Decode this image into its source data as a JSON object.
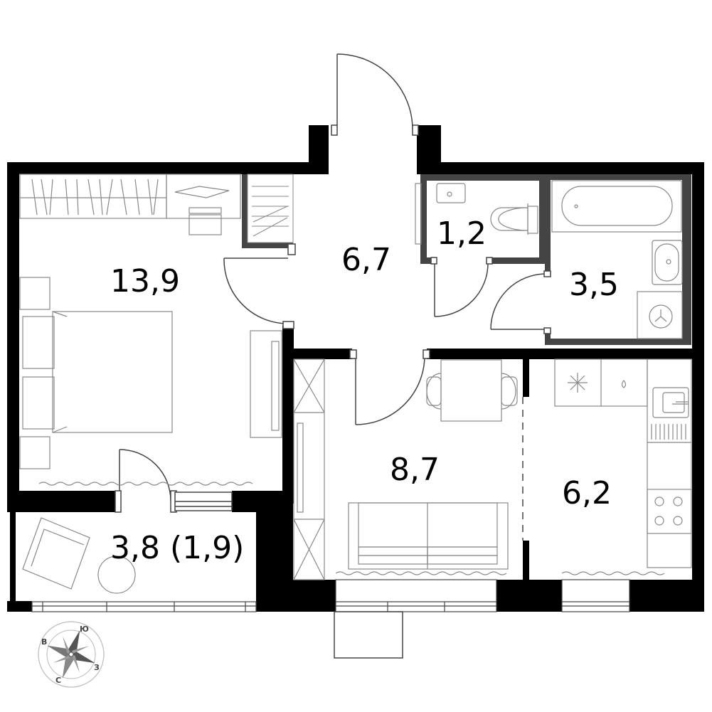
{
  "colors": {
    "wall": "#000000",
    "line": "#444444",
    "background": "#ffffff"
  },
  "rooms": {
    "bedroom": {
      "area": "13,9"
    },
    "hall": {
      "area": "6,7"
    },
    "wc": {
      "area": "1,2"
    },
    "bathroom": {
      "area": "3,5"
    },
    "living": {
      "area": "8,7"
    },
    "kitchen": {
      "area": "6,2"
    },
    "balcony": {
      "area": "3,8 (1,9)"
    }
  },
  "compass": {
    "north": "С",
    "south": "Ю",
    "east": "В",
    "west": "З"
  }
}
